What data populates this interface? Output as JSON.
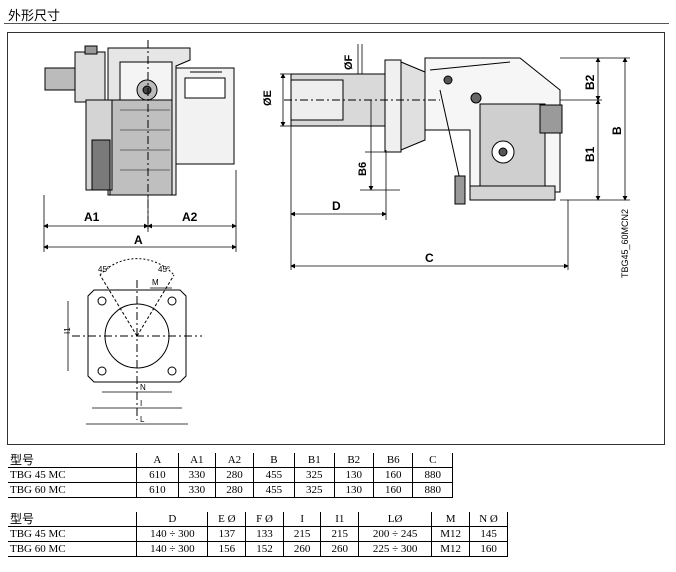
{
  "page_title": "外形尺寸",
  "drawing": {
    "code": "TBG45_60MCN2",
    "dimension_labels": {
      "A1": "A1",
      "A2": "A2",
      "A": "A",
      "D": "D",
      "C": "C",
      "B": "B",
      "B1": "B1",
      "B2": "B2",
      "B6": "B6",
      "E": "ØE",
      "F": "ØF",
      "angle1": "45°",
      "angle2": "45°",
      "M": "M",
      "N": "N",
      "I": "I",
      "I1": "I1",
      "L": "L"
    }
  },
  "table1": {
    "headers": [
      "型号",
      "A",
      "A1",
      "A2",
      "B",
      "B1",
      "B2",
      "B6",
      "C"
    ],
    "rows": [
      [
        "TBG 45 MC",
        "610",
        "330",
        "280",
        "455",
        "325",
        "130",
        "160",
        "880"
      ],
      [
        "TBG 60 MC",
        "610",
        "330",
        "280",
        "455",
        "325",
        "130",
        "160",
        "880"
      ]
    ]
  },
  "table2": {
    "headers": [
      "型号",
      "D",
      "E Ø",
      "F Ø",
      "I",
      "I1",
      "LØ",
      "M",
      "N Ø"
    ],
    "rows": [
      [
        "TBG 45 MC",
        "140 ÷ 300",
        "137",
        "133",
        "215",
        "215",
        "200 ÷ 245",
        "M12",
        "145"
      ],
      [
        "TBG 60 MC",
        "140 ÷ 300",
        "156",
        "152",
        "260",
        "260",
        "225 ÷ 300",
        "M12",
        "160"
      ]
    ]
  }
}
